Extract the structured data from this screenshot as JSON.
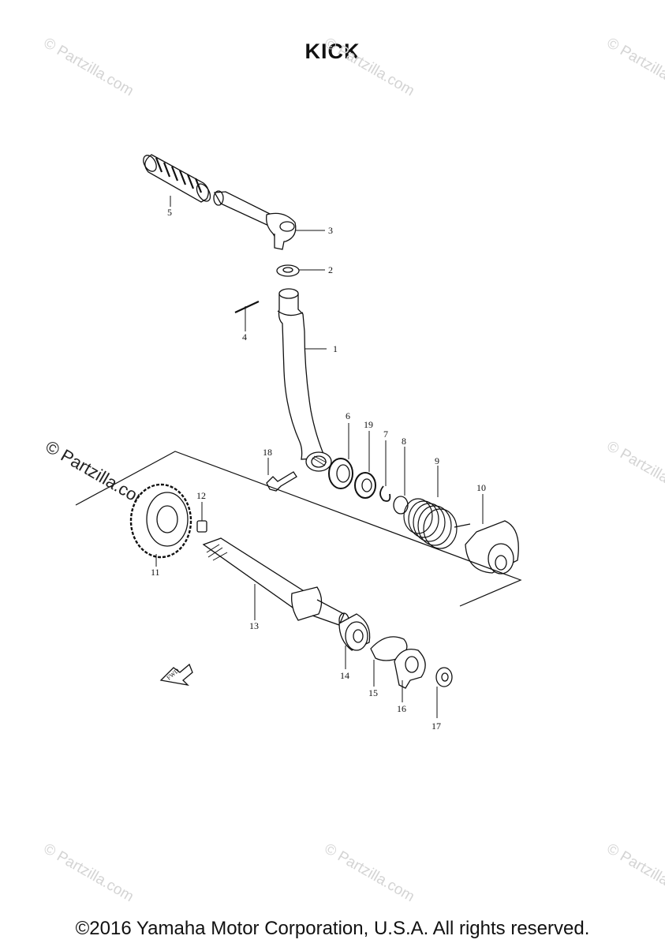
{
  "title": "KICK",
  "copyright": "©2016 Yamaha Motor Corporation, U.S.A. All rights reserved.",
  "watermark": "© Partzilla.com",
  "fwd_label": "FWD",
  "callouts": [
    {
      "id": "c1",
      "label": "1"
    },
    {
      "id": "c2",
      "label": "2"
    },
    {
      "id": "c3",
      "label": "3"
    },
    {
      "id": "c4",
      "label": "4"
    },
    {
      "id": "c5",
      "label": "5"
    },
    {
      "id": "c6",
      "label": "6"
    },
    {
      "id": "c7",
      "label": "7"
    },
    {
      "id": "c8",
      "label": "8"
    },
    {
      "id": "c9",
      "label": "9"
    },
    {
      "id": "c10",
      "label": "10"
    },
    {
      "id": "c11",
      "label": "11"
    },
    {
      "id": "c12",
      "label": "12"
    },
    {
      "id": "c13",
      "label": "13"
    },
    {
      "id": "c14",
      "label": "14"
    },
    {
      "id": "c15",
      "label": "15"
    },
    {
      "id": "c16",
      "label": "16"
    },
    {
      "id": "c17",
      "label": "17"
    },
    {
      "id": "c18",
      "label": "18"
    },
    {
      "id": "c19",
      "label": "19"
    }
  ]
}
